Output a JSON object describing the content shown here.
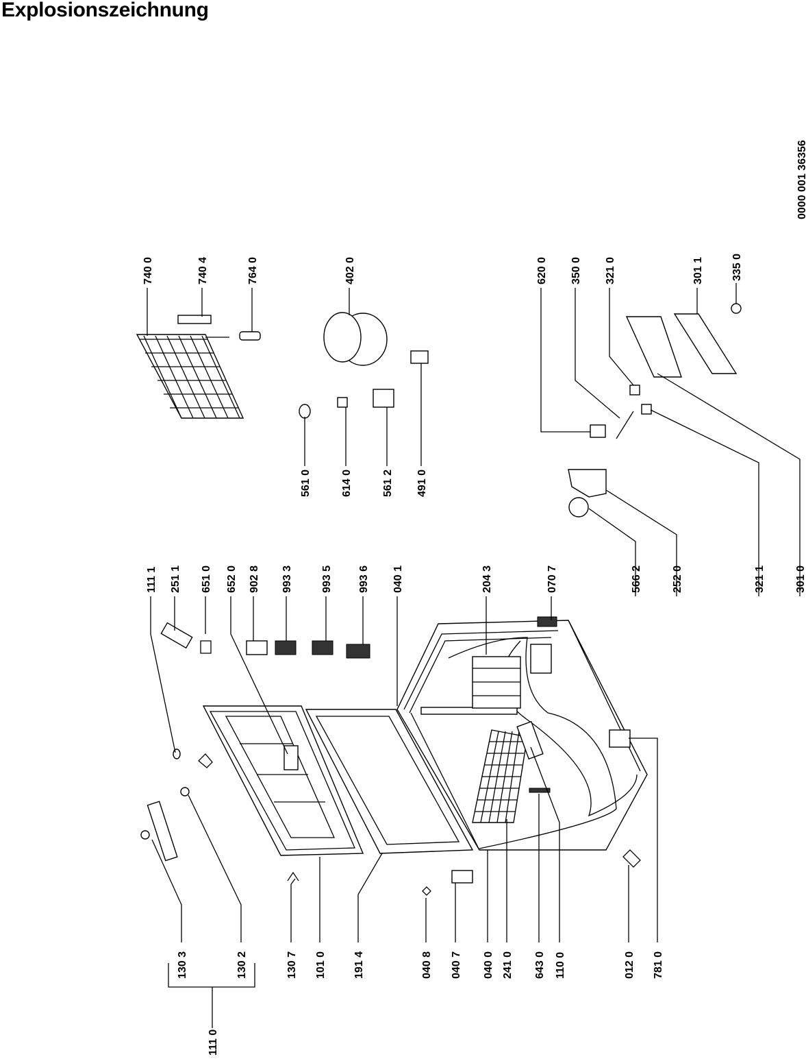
{
  "title": "Explosionszeichnung",
  "drawing_code": "0000 001 36356",
  "part_labels": [
    "111 0",
    "130 3",
    "130 2",
    "130 7",
    "101 0",
    "191 4",
    "040 8",
    "040 7",
    "040 0",
    "241 0",
    "643 0",
    "110 0",
    "012 0",
    "781 0",
    "111 1",
    "251 1",
    "651 0",
    "652 0",
    "902 8",
    "993 3",
    "993 5",
    "993 6",
    "040 1",
    "204 3",
    "070 7",
    "566 2",
    "252 0",
    "321 1",
    "301 0",
    "561 0",
    "614 0",
    "561 2",
    "491 0",
    "740 0",
    "740 4",
    "764 0",
    "402 0",
    "620 0",
    "350 0",
    "321 0",
    "301 1",
    "335 0"
  ]
}
